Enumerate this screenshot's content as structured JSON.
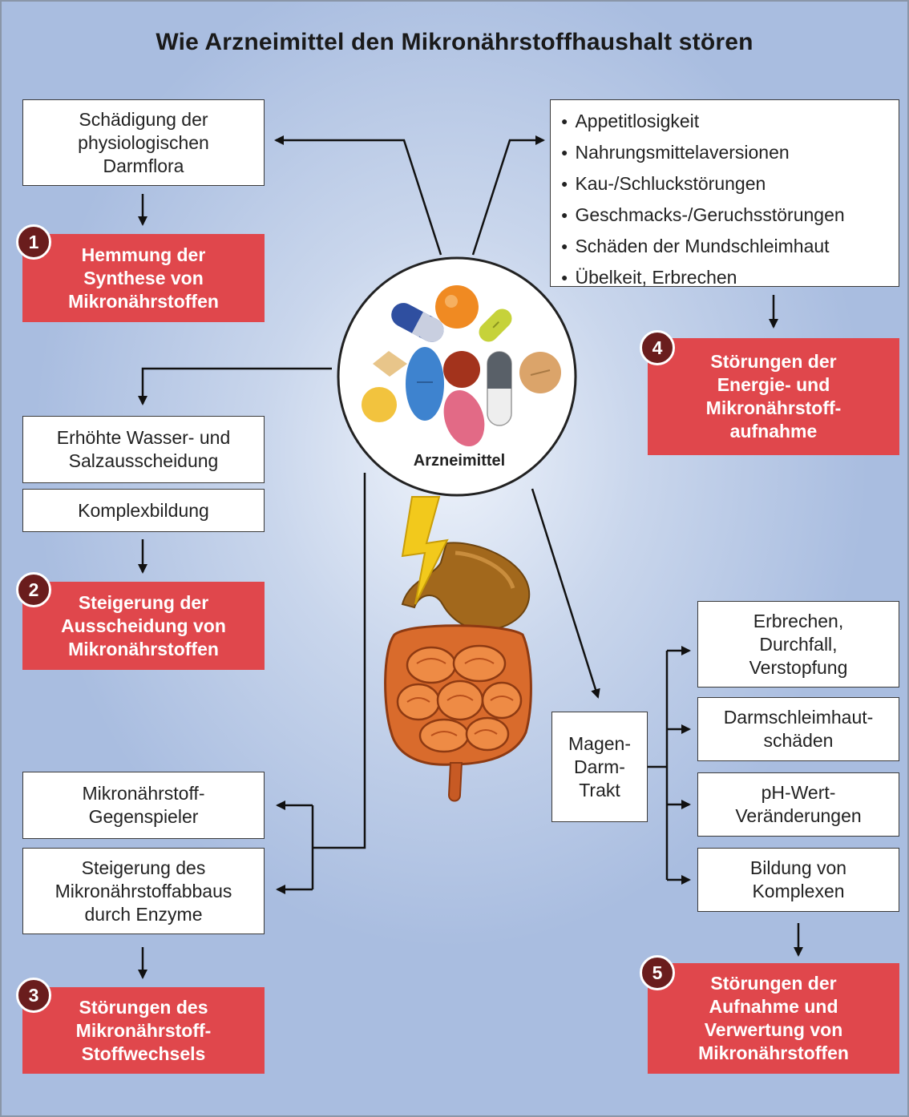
{
  "title": "Wie Arzneimittel den Mikronährstoffhaushalt stören",
  "center": {
    "label": "Arzneimittel",
    "pills_icon": "pills-icon",
    "intestine_icon": "intestine-lightning-icon"
  },
  "left": {
    "darmflora": "Schädigung der\nphysiologischen\nDarmflora",
    "badge1": "1",
    "effect1": "Hemmung der\nSynthese von\nMikronährstoffen",
    "wasser": "Erhöhte Wasser- und\nSalzausscheidung",
    "komplex": "Komplexbildung",
    "badge2": "2",
    "effect2": "Steigerung der\nAusscheidung von\nMikronährstoffen",
    "gegenspieler": "Mikronährstoff-\nGegenspieler",
    "abbau": "Steigerung des\nMikronährstoffabbaus\ndurch Enzyme",
    "badge3": "3",
    "effect3": "Störungen des\nMikronährstoff-\nStoffwechsels"
  },
  "right": {
    "symptoms": [
      "Appetitlosigkeit",
      "Nahrungsmittelaversionen",
      "Kau-/Schluckstörungen",
      "Geschmacks-/Geruchsstörungen",
      "Schäden der Mundschleimhaut",
      "Übelkeit, Erbrechen"
    ],
    "badge4": "4",
    "effect4": "Störungen der\nEnergie- und\nMikronährstoff-\naufnahme",
    "magen": "Magen-\nDarm-\nTrakt",
    "gi_items": [
      "Erbrechen,\nDurchfall,\nVerstopfung",
      "Darmschleimhaut-\nschäden",
      "pH-Wert-\nVeränderungen",
      "Bildung von\nKomplexen"
    ],
    "badge5": "5",
    "effect5": "Störungen der\nAufnahme und\nVerwertung von\nMikronährstoffen"
  },
  "colors": {
    "red_box": "#e0474c",
    "badge": "#6a1d1d",
    "background": "#b8c9e6"
  }
}
